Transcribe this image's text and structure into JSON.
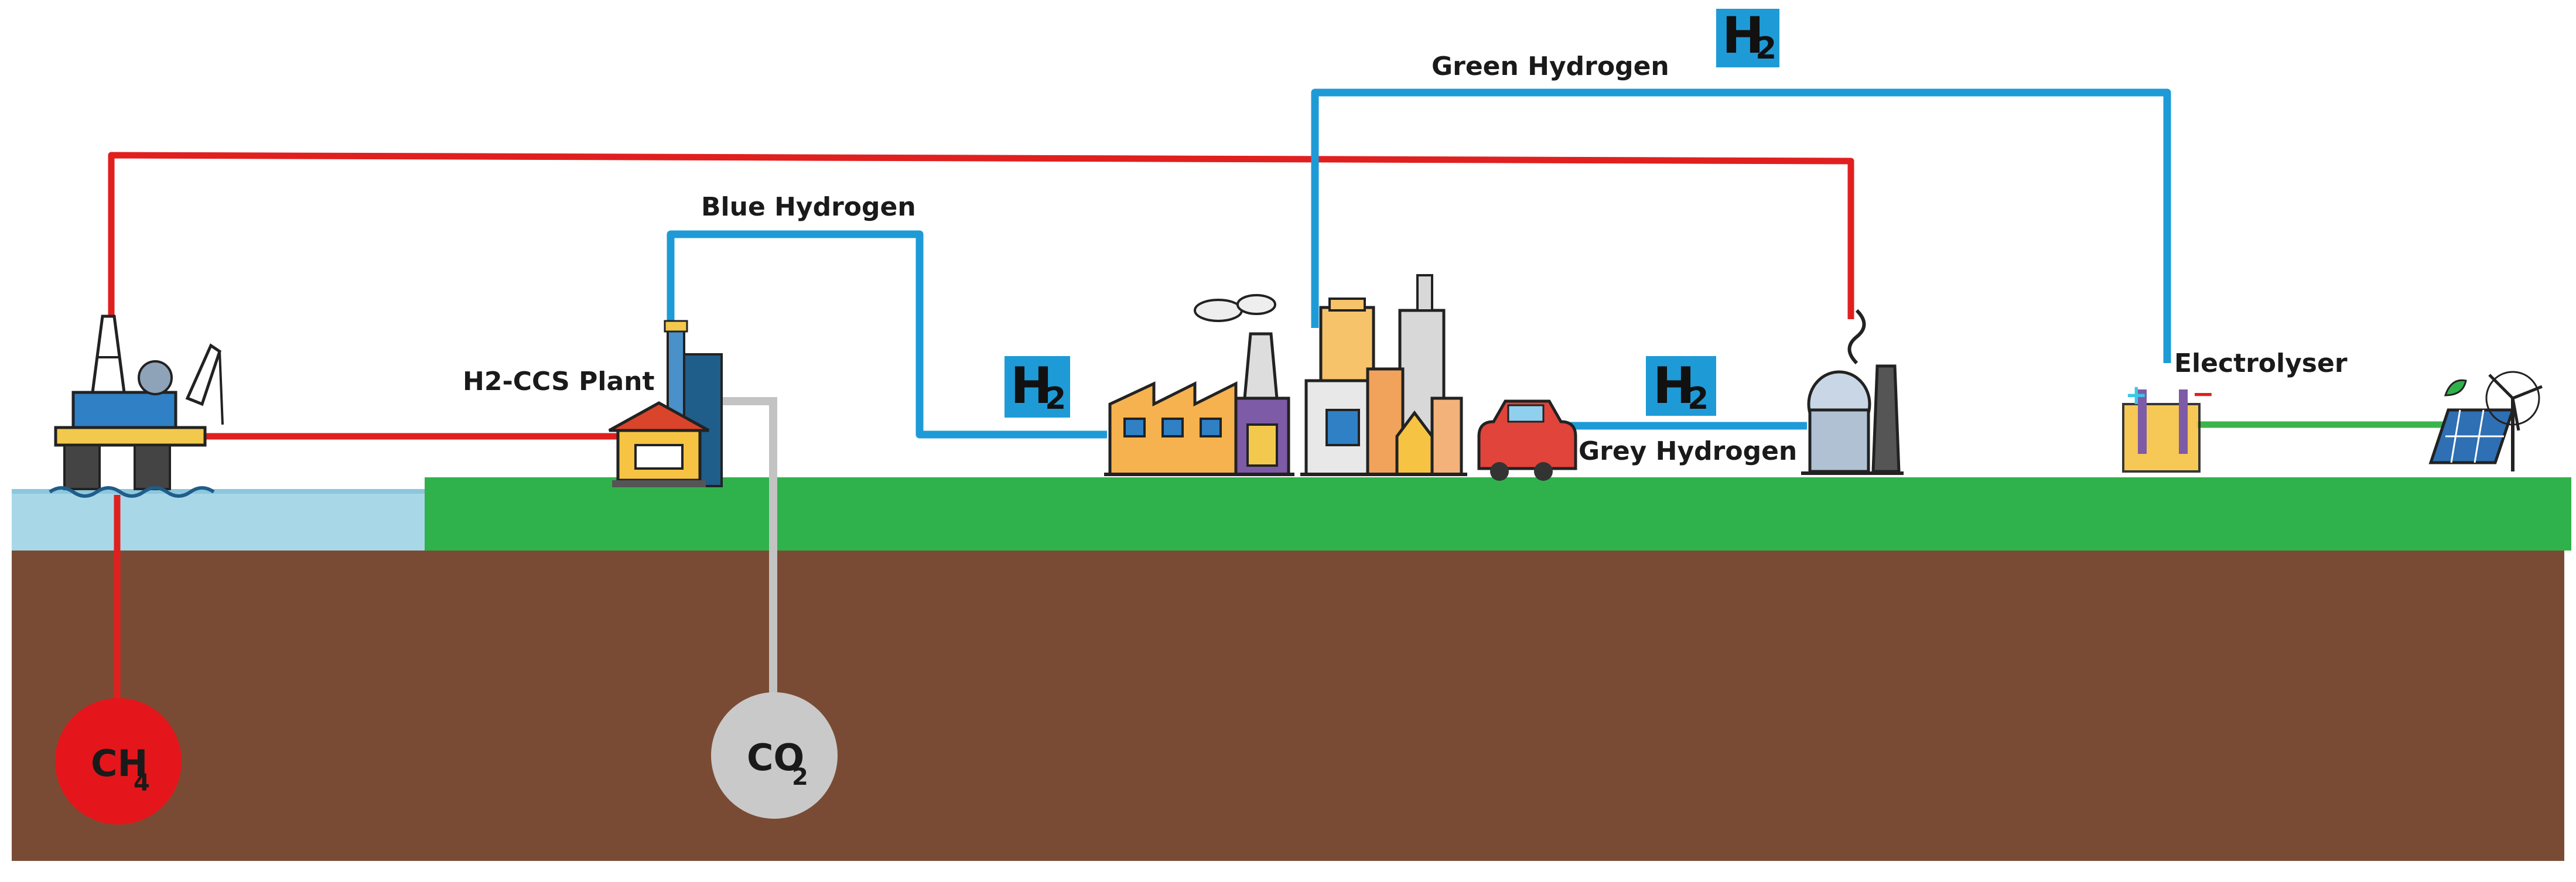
{
  "labels": {
    "green_hydrogen": "Green Hydrogen",
    "blue_hydrogen": "Blue Hydrogen",
    "grey_hydrogen": "Grey Hydrogen",
    "h2_ccs_plant": "H2-CCS Plant",
    "electrolyser": "Electrolyser"
  },
  "h2_badges": [
    {
      "symbol": "H",
      "sub": "2"
    },
    {
      "symbol": "H",
      "sub": "2"
    },
    {
      "symbol": "H",
      "sub": "2"
    }
  ],
  "reservoirs": {
    "methane": {
      "symbol": "CH",
      "sub": "4"
    },
    "co2": {
      "symbol": "CO",
      "sub": "2"
    }
  },
  "icons": [
    "offshore-rig-icon",
    "ccs-plant-icon",
    "factory-icon",
    "city-buildings-icon",
    "car-icon",
    "gas-plant-icon",
    "electrolyser-icon",
    "solar-wind-icon"
  ],
  "colors": {
    "natural_gas_line": "#e0201f",
    "hydrogen_line": "#1e9bd7",
    "co2_line": "#c3c3c3",
    "renewable_line": "#3cb44b",
    "h2_badge": "#1e9bd7",
    "ground": "#7a4b34",
    "grass": "#2fb24b",
    "sea": "#a8d8e8",
    "methane_reservoir": "#e4161b",
    "co2_reservoir": "#c9c9c9"
  }
}
